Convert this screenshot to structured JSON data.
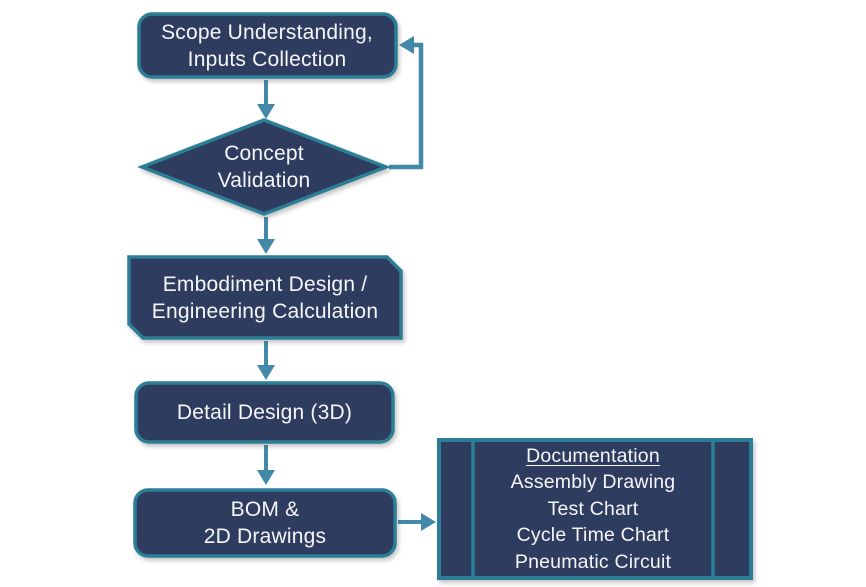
{
  "diagram": {
    "type": "flowchart",
    "colors": {
      "node_fill": "#2e3c5f",
      "node_border": "#2c7e96",
      "connector": "#4189a6",
      "text": "#f5f6f8",
      "background": "#ffffff"
    },
    "nodes": {
      "scope": {
        "shape": "rounded-rectangle",
        "label": "Scope Understanding,\nInputs Collection"
      },
      "concept": {
        "shape": "diamond",
        "label": "Concept\nValidation"
      },
      "embodiment": {
        "shape": "snip-diagonal-corner-rectangle",
        "label": "Embodiment Design /\nEngineering Calculation"
      },
      "detail": {
        "shape": "rounded-rectangle",
        "label": "Detail Design (3D)"
      },
      "bom": {
        "shape": "rounded-rectangle",
        "label": "BOM &\n2D Drawings"
      },
      "documentation": {
        "shape": "predefined-process",
        "heading": "Documentation",
        "items": [
          "Assembly Drawing",
          "Test Chart",
          "Cycle Time Chart",
          "Pneumatic Circuit"
        ]
      }
    },
    "edges": [
      {
        "from": "scope",
        "to": "concept",
        "direction": "down"
      },
      {
        "from": "concept",
        "to": "scope",
        "direction": "feedback-right-up"
      },
      {
        "from": "concept",
        "to": "embodiment",
        "direction": "down"
      },
      {
        "from": "embodiment",
        "to": "detail",
        "direction": "down"
      },
      {
        "from": "detail",
        "to": "bom",
        "direction": "down"
      },
      {
        "from": "bom",
        "to": "documentation",
        "direction": "right"
      }
    ]
  }
}
